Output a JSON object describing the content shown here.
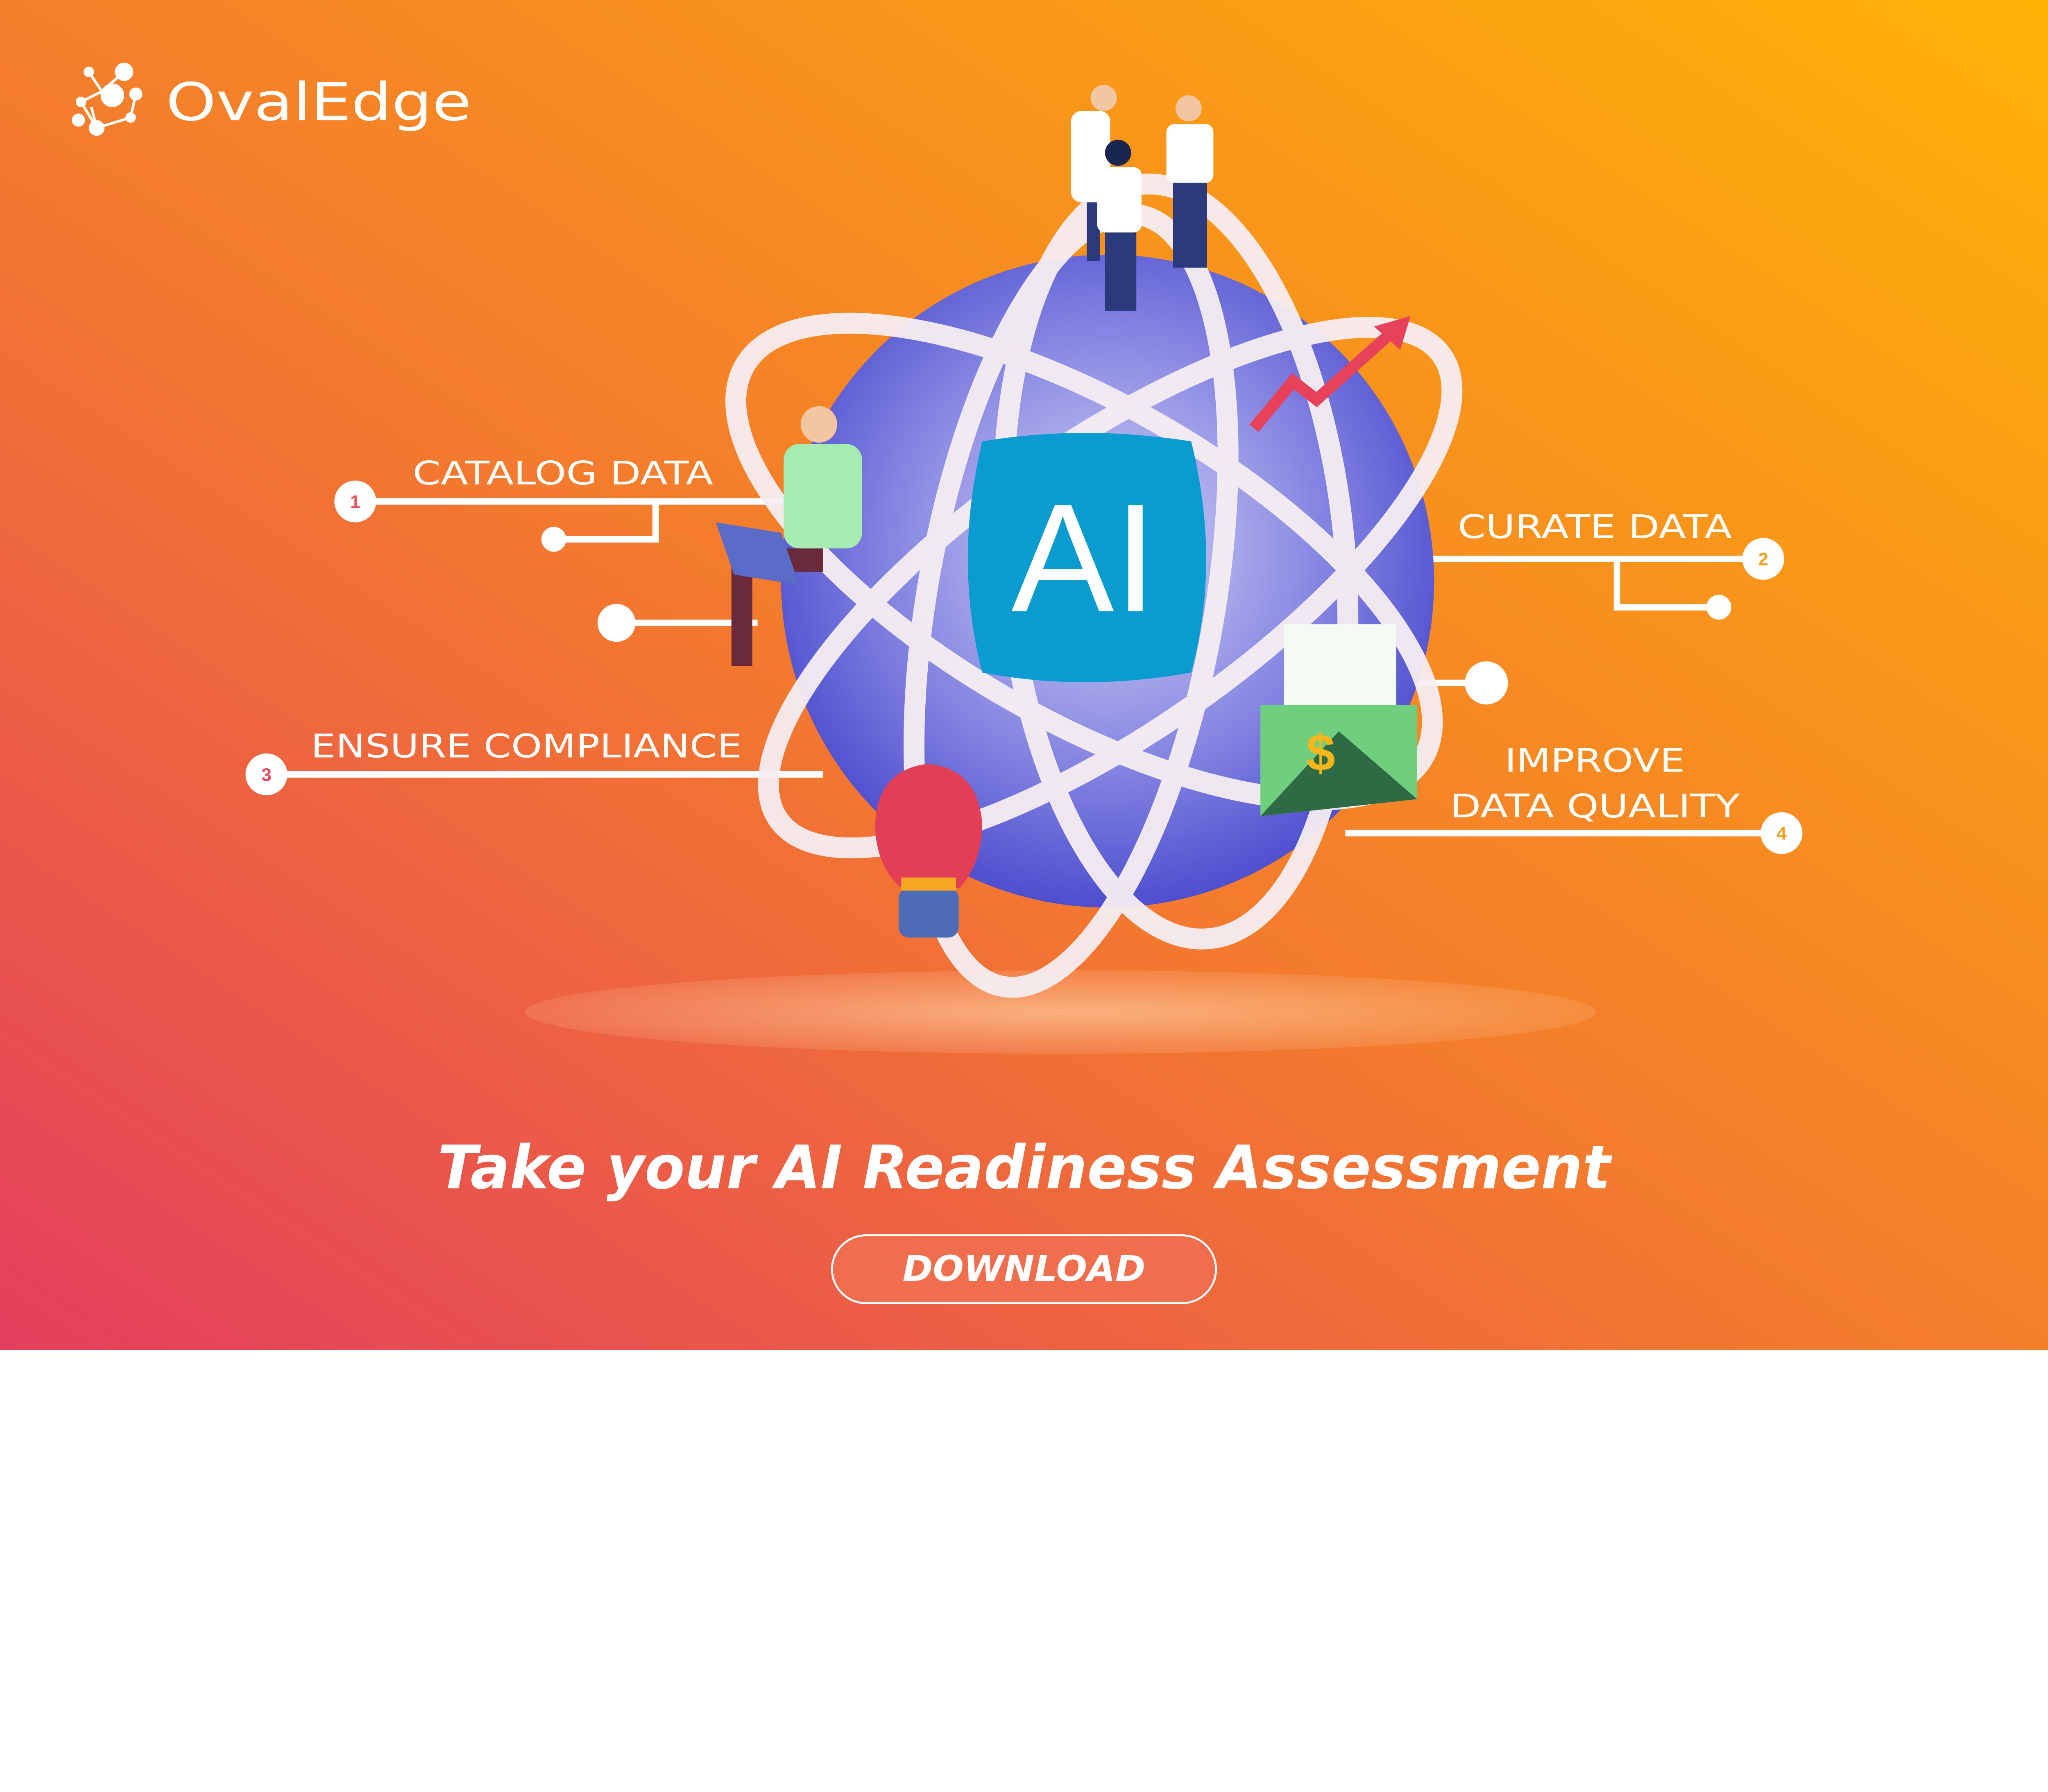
{
  "brand": {
    "name": "OvalEdge",
    "logo_icon": "network-nodes-icon"
  },
  "hero": {
    "center_badge": "AI"
  },
  "steps": [
    {
      "number": "1",
      "label": "CATALOG DATA"
    },
    {
      "number": "2",
      "label": "CURATE DATA"
    },
    {
      "number": "3",
      "label": "ENSURE COMPLIANCE"
    },
    {
      "number": "4",
      "label_line1": "IMPROVE",
      "label_line2": "DATA QUALITY"
    }
  ],
  "headline": "Take your AI Readiness Assessment",
  "cta": {
    "label": "DOWNLOAD"
  },
  "colors": {
    "gradient_start": "#E43E5E",
    "gradient_mid": "#F37A2E",
    "gradient_end": "#FFB206",
    "globe": "#5A5AD6",
    "ai_badge": "#0A9BD0"
  }
}
